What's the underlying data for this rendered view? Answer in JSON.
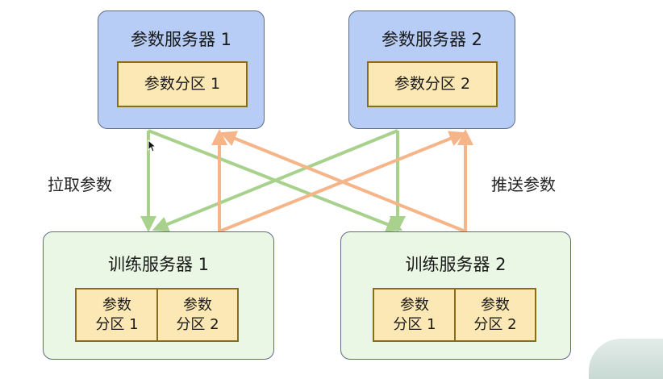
{
  "parameter_servers": [
    {
      "title": "参数服务器 1",
      "partition": "参数分区 1"
    },
    {
      "title": "参数服务器 2",
      "partition": "参数分区 2"
    }
  ],
  "training_servers": [
    {
      "title": "训练服务器 1",
      "partitions": [
        {
          "line1": "参数",
          "line2": "分区 1"
        },
        {
          "line1": "参数",
          "line2": "分区 2"
        }
      ]
    },
    {
      "title": "训练服务器 2",
      "partitions": [
        {
          "line1": "参数",
          "line2": "分区 1"
        },
        {
          "line1": "参数",
          "line2": "分区 2"
        }
      ]
    }
  ],
  "labels": {
    "pull": "拉取参数",
    "push": "推送参数"
  },
  "colors": {
    "pull_arrow": "#a8d18d",
    "push_arrow": "#f6b589"
  }
}
